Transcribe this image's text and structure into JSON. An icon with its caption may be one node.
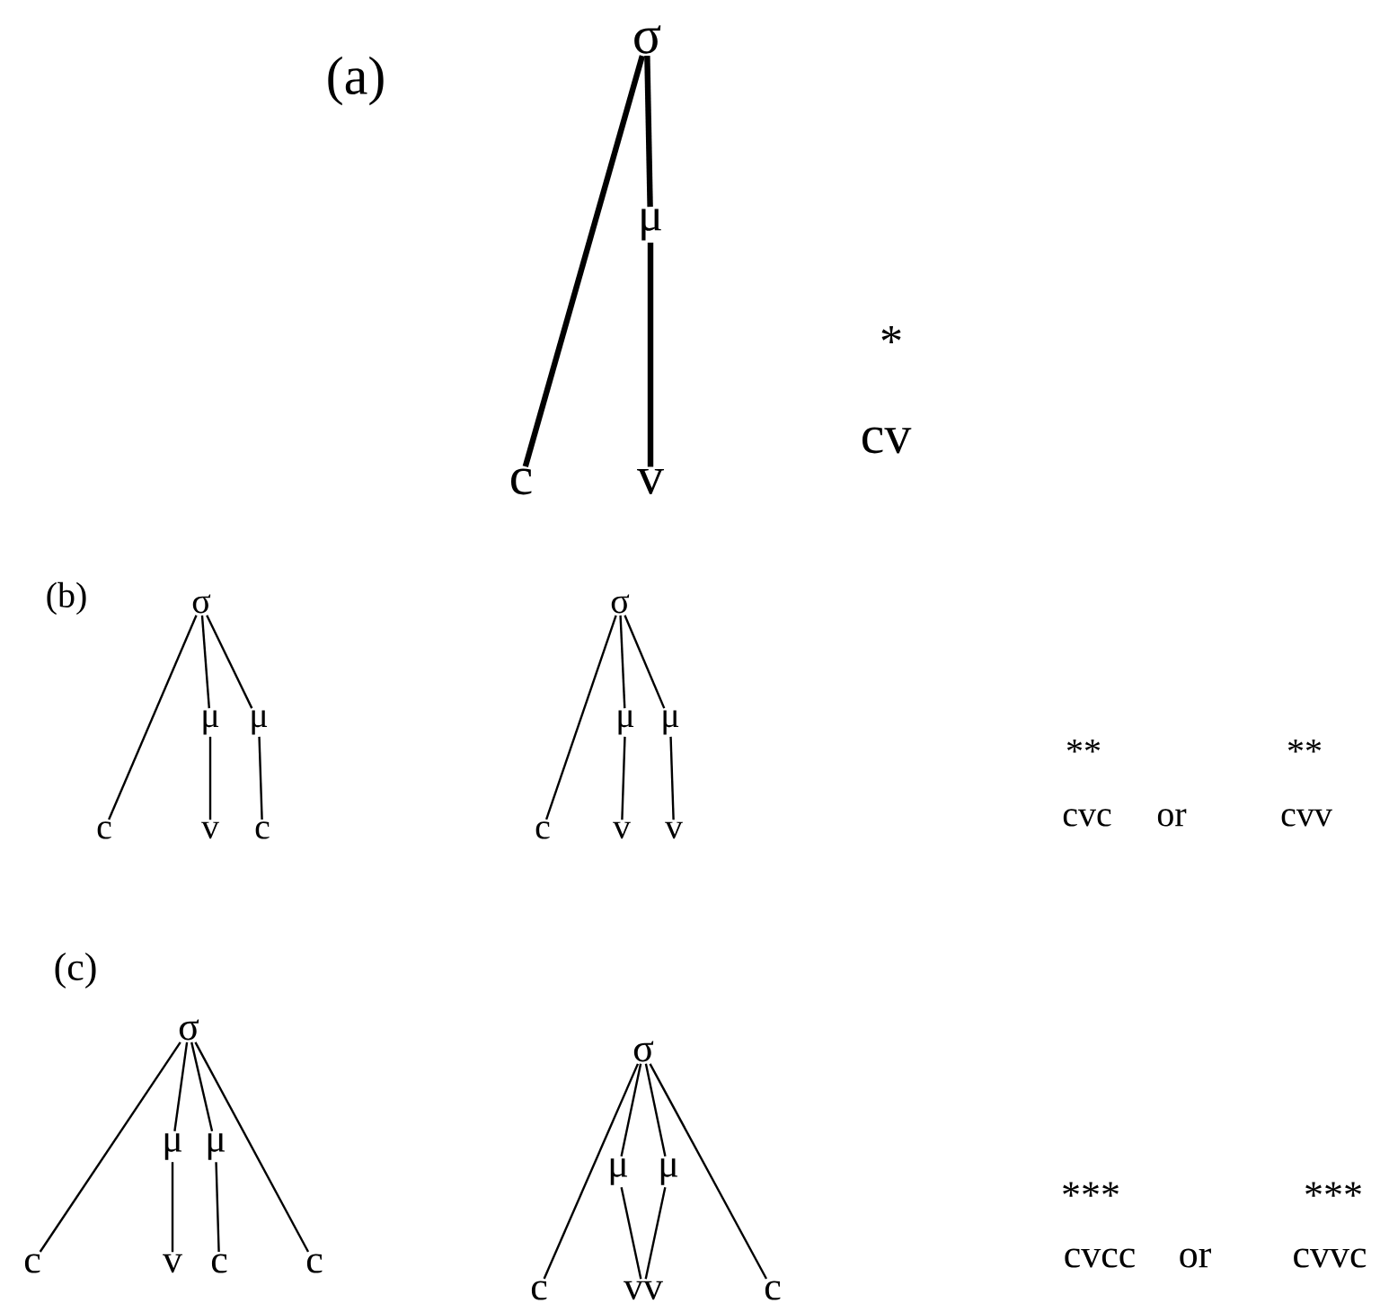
{
  "diagram": {
    "nodes": [
      {
        "text": [
          "σ"
        ]
      },
      {
        "text": [
          "μ"
        ]
      },
      {
        "text": [
          "c"
        ]
      },
      {
        "text": [
          "v"
        ]
      },
      {
        "text": [
          "σ"
        ]
      },
      {
        "text": [
          "μ"
        ]
      },
      {
        "text": [
          "μ"
        ]
      },
      {
        "text": [
          "c"
        ]
      },
      {
        "text": [
          "v"
        ]
      },
      {
        "text": [
          "c"
        ]
      },
      {
        "text": [
          "σ"
        ]
      },
      {
        "text": [
          "μ"
        ]
      },
      {
        "text": [
          "μ"
        ]
      },
      {
        "text": [
          "c"
        ]
      },
      {
        "text": [
          "v"
        ]
      },
      {
        "text": [
          "v"
        ]
      },
      {
        "text": [
          "σ"
        ]
      },
      {
        "text": [
          "μ"
        ]
      },
      {
        "text": [
          "μ"
        ]
      },
      {
        "text": [
          "c"
        ]
      },
      {
        "text": [
          "v"
        ]
      },
      {
        "text": [
          "c"
        ]
      },
      {
        "text": [
          "c"
        ]
      },
      {
        "text": [
          "σ"
        ]
      },
      {
        "text": [
          "μ"
        ]
      },
      {
        "text": [
          "μ"
        ]
      },
      {
        "text": [
          "c"
        ]
      },
      {
        "text": [
          "vv"
        ]
      },
      {
        "text": [
          "c"
        ]
      }
    ],
    "edges": [
      {
        "from": 0,
        "to": 2,
        "arrow": "none",
        "style": "thick"
      },
      {
        "from": 0,
        "to": 1,
        "arrow": "none",
        "style": "thick"
      },
      {
        "from": 1,
        "to": 3,
        "arrow": "none",
        "style": "thick"
      },
      {
        "from": 4,
        "to": 7,
        "arrow": "none"
      },
      {
        "from": 4,
        "to": 5,
        "arrow": "none"
      },
      {
        "from": 4,
        "to": 6,
        "arrow": "none"
      },
      {
        "from": 5,
        "to": 8,
        "arrow": "none"
      },
      {
        "from": 6,
        "to": 9,
        "arrow": "none"
      },
      {
        "from": 10,
        "to": 13,
        "arrow": "none"
      },
      {
        "from": 10,
        "to": 11,
        "arrow": "none"
      },
      {
        "from": 10,
        "to": 12,
        "arrow": "none"
      },
      {
        "from": 11,
        "to": 14,
        "arrow": "none"
      },
      {
        "from": 12,
        "to": 15,
        "arrow": "none"
      },
      {
        "from": 16,
        "to": 19,
        "arrow": "none"
      },
      {
        "from": 16,
        "to": 17,
        "arrow": "none"
      },
      {
        "from": 16,
        "to": 18,
        "arrow": "none"
      },
      {
        "from": 16,
        "to": 22,
        "arrow": "none"
      },
      {
        "from": 17,
        "to": 20,
        "arrow": "none"
      },
      {
        "from": 18,
        "to": 21,
        "arrow": "none"
      },
      {
        "from": 23,
        "to": 26,
        "arrow": "none"
      },
      {
        "from": 23,
        "to": 24,
        "arrow": "none"
      },
      {
        "from": 23,
        "to": 25,
        "arrow": "none"
      },
      {
        "from": 23,
        "to": 28,
        "arrow": "none"
      },
      {
        "from": 24,
        "to": 27,
        "arrow": "none"
      },
      {
        "from": 25,
        "to": 27,
        "arrow": "none"
      }
    ],
    "labels": [
      "(a)",
      "*",
      "cv",
      "(b)",
      "**",
      "**",
      "cvc",
      "or",
      "cvv",
      "(c)",
      "***",
      "***",
      "cvcc",
      "or",
      "cvvc"
    ]
  }
}
